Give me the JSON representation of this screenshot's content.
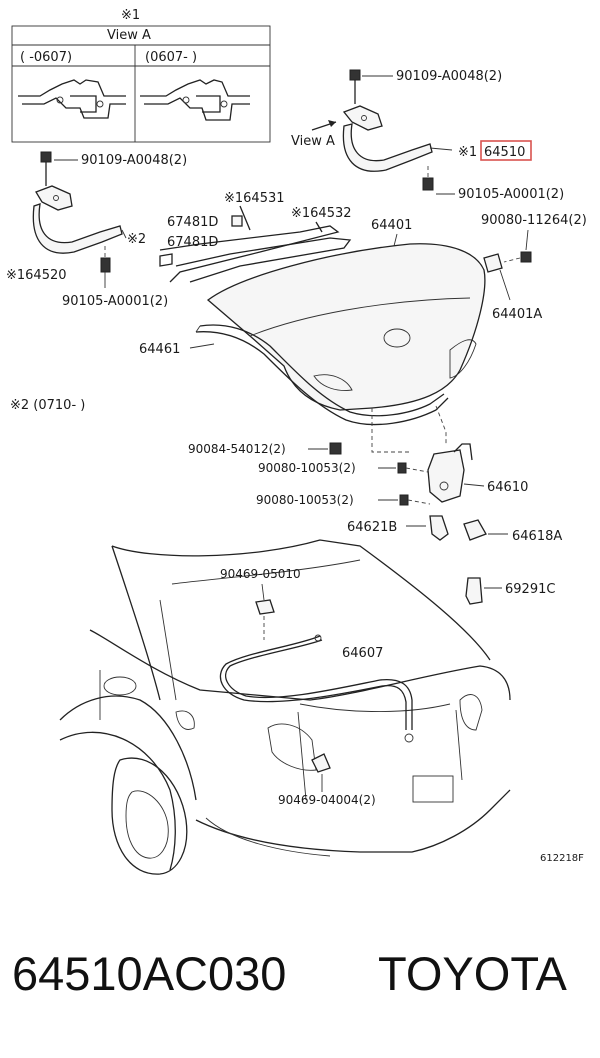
{
  "view_box": {
    "note_mark": "※1",
    "title": "View A",
    "col_left": "(    -0607)",
    "col_right": "(0607-      )"
  },
  "view_a_pointer": "View A",
  "note2": "※2 (0710-      )",
  "labels": {
    "bolt_top_right": "90109-A0048(2)",
    "hinge_right_prefix": "※1",
    "hinge_right": "64510",
    "bolt_lower_right": "90105-A0001(2)",
    "bolt_top_left": "90109-A0048(2)",
    "hinge_left": "※164520",
    "bolt_lower_left": "90105-A0001(2)",
    "note2_mark": "※2",
    "rod_left": "※164531",
    "rod_right": "※164532",
    "cushion_1": "67481D",
    "cushion_2": "67481D",
    "lid": "64401",
    "stopper_bolt": "90080-11264(2)",
    "stopper": "64401A",
    "weatherstrip": "64461",
    "nut_latch": "90084-54012(2)",
    "bolt_latch_1": "90080-10053(2)",
    "latch": "64610",
    "bolt_latch_2": "90080-10053(2)",
    "striker": "64621B",
    "switch": "64618A",
    "handle": "69291C",
    "clip_top": "90469-05010",
    "cable": "64607",
    "clip_bottom": "90469-04004(2)",
    "ref_code": "612218F"
  },
  "footer": {
    "part_number": "64510AC030",
    "brand": "TOYOTA"
  },
  "colors": {
    "highlight": "#d9534f",
    "line": "#222222"
  }
}
